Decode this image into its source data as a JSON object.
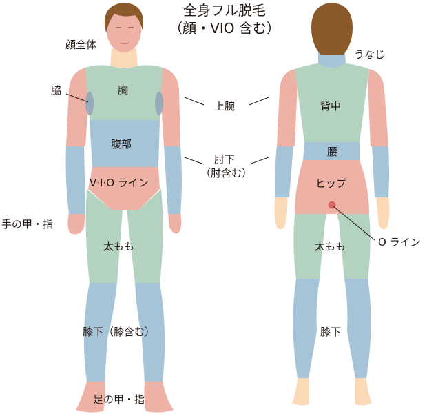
{
  "title": {
    "line1": "全身フル脱毛",
    "line2": "（顔・VIO 含む）"
  },
  "colors": {
    "green_zone": "#b3d3c0",
    "blue_zone": "#a6c4d8",
    "pink_zone": "#eeb1a6",
    "skin": "#fbd8b6",
    "hair": "#8a5a2b",
    "armpit": "#8fa3b7",
    "o_line_dot": "#d96a63",
    "text": "#231815"
  },
  "front_figure": {
    "labels": {
      "face": "顔全体",
      "armpit": "脇",
      "chest": "胸",
      "abdomen": "腹部",
      "vio": "V·I·O ライン",
      "hand": "手の甲・指",
      "thigh": "太もも",
      "lower_leg": "膝下（膝含む）",
      "foot": "足の甲・指"
    }
  },
  "shared_labels": {
    "upper_arm": "上腕",
    "forearm_line1": "肘下",
    "forearm_line2": "（肘含む）"
  },
  "back_figure": {
    "labels": {
      "nape": "うなじ",
      "back": "背中",
      "waist": "腰",
      "hip": "ヒップ",
      "o_line": "O ライン",
      "thigh": "太もも",
      "lower_leg": "膝下"
    }
  }
}
